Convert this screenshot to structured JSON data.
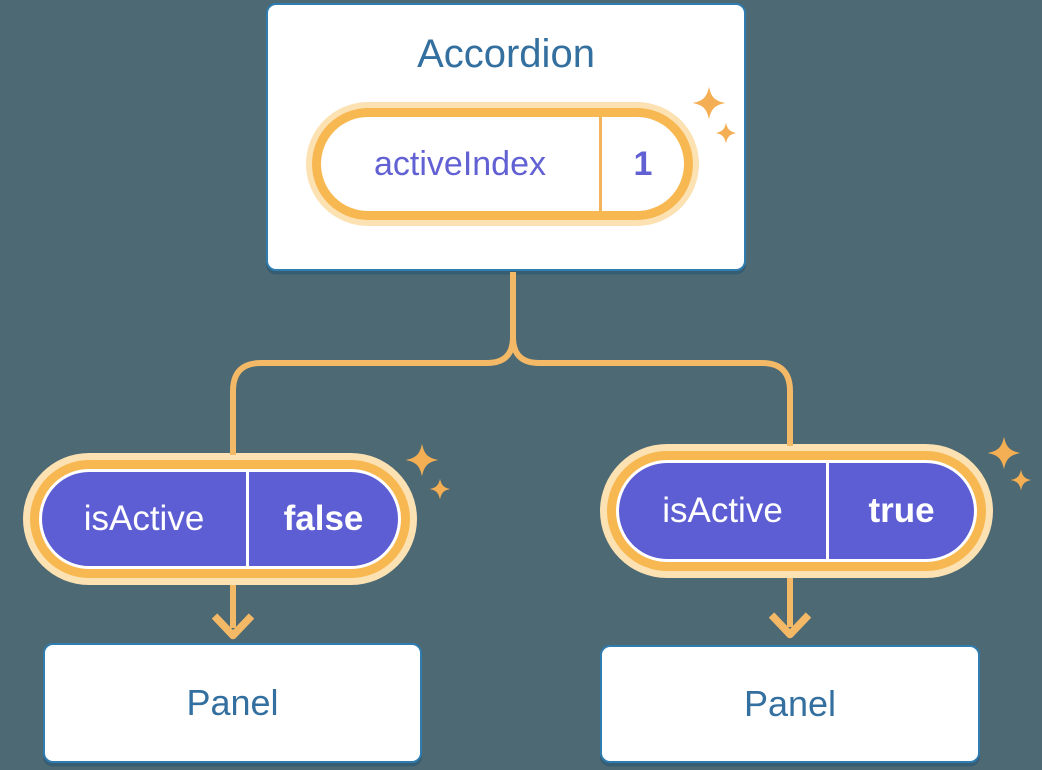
{
  "colors": {
    "background": "#4D6973",
    "card_fill": "#FFFFFF",
    "card_border": "#2F7CB0",
    "heading_text": "#336F9F",
    "pill_fill_purple": "#5D5DD4",
    "pill_text_purple": "#6261D4",
    "pill_text_white": "#FFFFFF",
    "ring_orange": "#F8B851",
    "halo_orange": "#FCE1B2",
    "divider_orange": "#F4B45C",
    "connector_orange": "#F4B966",
    "sparkle_orange": "#F4AE54"
  },
  "nodes": {
    "accordion": {
      "title": "Accordion",
      "pill": {
        "label": "activeIndex",
        "value": "1"
      }
    },
    "child_left": {
      "pill": {
        "label": "isActive",
        "value": "false"
      },
      "panel": {
        "label": "Panel"
      }
    },
    "child_right": {
      "pill": {
        "label": "isActive",
        "value": "true"
      },
      "panel": {
        "label": "Panel"
      }
    }
  }
}
